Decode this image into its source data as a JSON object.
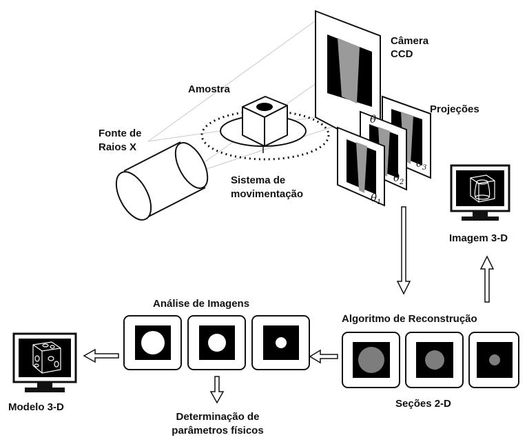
{
  "labels": {
    "camera_line1": "Câmera",
    "camera_line2": "CCD",
    "amostra": "Amostra",
    "projecoes": "Projeções",
    "fonte_line1": "Fonte de",
    "fonte_line2": "Raios X",
    "sistema_line1": "Sistema de",
    "sistema_line2": "movimentação",
    "imagem3d": "Imagem 3-D",
    "analise": "Análise de Imagens",
    "algoritmo": "Algoritmo de Reconstrução",
    "modelo3d": "Modelo 3-D",
    "secoes": "Seções 2-D",
    "determinacao_line1": "Determinação de",
    "determinacao_line2": "parâmetros físicos"
  },
  "symbols": {
    "theta": "θ",
    "sub1": "1",
    "sub2": "2",
    "sub3": "3"
  },
  "colors": {
    "outline": "#111111",
    "panel_dark": "#000000",
    "section_fill": "#7d7d7d",
    "beam": "#cfcfcf"
  }
}
